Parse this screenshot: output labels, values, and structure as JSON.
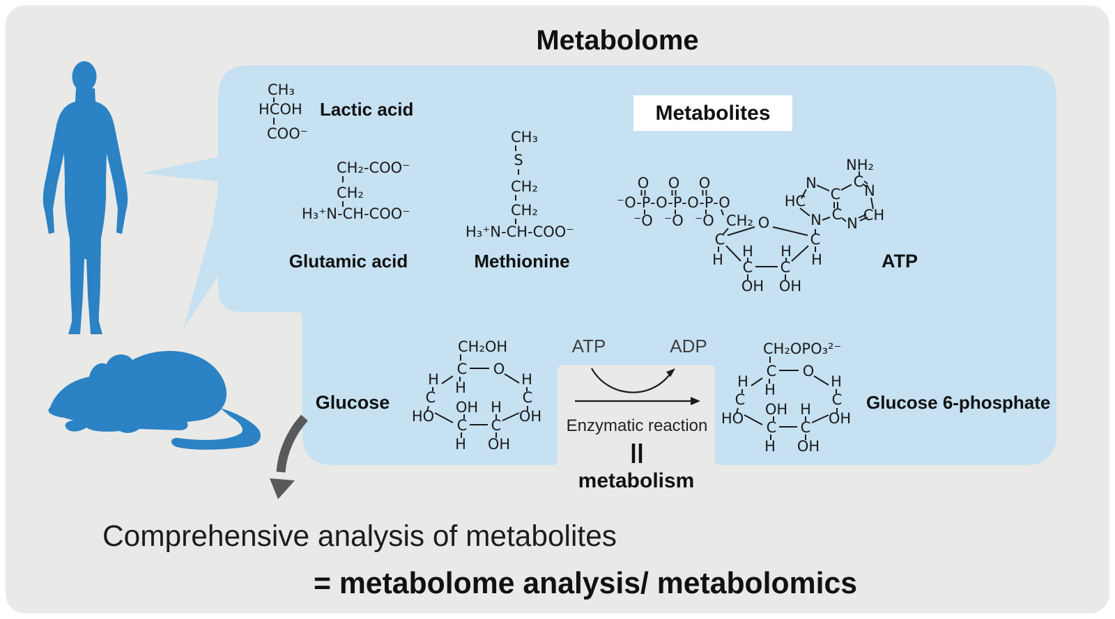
{
  "title": "Metabolome",
  "metabolites_box": "Metabolites",
  "colors": {
    "background": "#e9e9e7",
    "panel": "#c5e1f2",
    "silhouette": "#2b82c4",
    "arrow": "#58595b",
    "text": "#1a1a1a",
    "metabolites_box_bg": "#ffffff"
  },
  "molecules": {
    "lactic": {
      "label": "Lactic acid",
      "f1": "CH₃",
      "f2": "HCOH",
      "f3": "COO⁻"
    },
    "glutamic": {
      "label": "Glutamic acid",
      "f1": "CH₂-COO⁻",
      "f2": "CH₂",
      "f3": "H₃⁺N-CH-COO⁻"
    },
    "methionine": {
      "label": "Methionine",
      "f1": "CH₃",
      "f2": "S",
      "f3": "CH₂",
      "f4": "CH₂",
      "f5": "H₃⁺N-CH-COO⁻"
    },
    "atp": {
      "label": "ATP",
      "chain": "⁻O-P-O-P-O-P-O",
      "o": "O",
      "o_minus": "⁻O",
      "ch2": "CH₂"
    },
    "adenine": {
      "nh2": "NH₂",
      "n": "N",
      "c": "C",
      "hc": "HC",
      "ch": "CH"
    },
    "ribose": {
      "o": "O",
      "c": "C",
      "h": "H",
      "oh": "OH"
    },
    "ring": {
      "c": "C",
      "o": "O",
      "h": "H",
      "oh": "OH",
      "ho": "HO"
    },
    "glucose": {
      "label": "Glucose",
      "top": "CH₂OH"
    },
    "g6p": {
      "label": "Glucose 6-phosphate",
      "top": "CH₂OPO₃²⁻"
    }
  },
  "reaction": {
    "atp": "ATP",
    "adp": "ADP",
    "label": "Enzymatic reaction",
    "metabolism": "metabolism"
  },
  "footer": {
    "line1": "Comprehensive analysis of metabolites",
    "line2": "= metabolome analysis/ metabolomics"
  }
}
